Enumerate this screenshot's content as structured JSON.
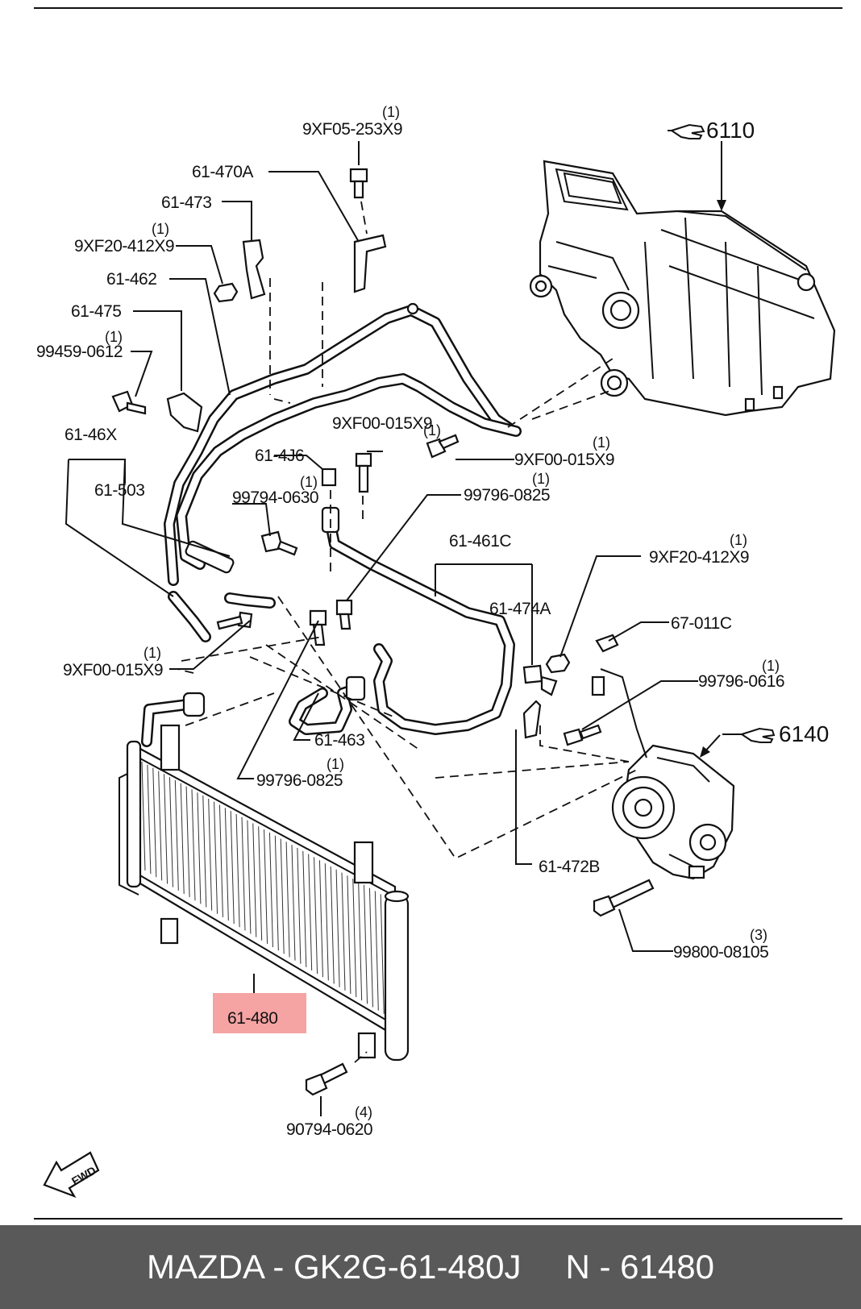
{
  "labels": {
    "l_9xf05": "9XF05-253X9",
    "q_9xf05": "(1)",
    "l_61470a": "61-470A",
    "l_61473": "61-473",
    "l_9xf20a": "9XF20-412X9",
    "q_9xf20a": "(1)",
    "l_61462": "61-462",
    "l_61475": "61-475",
    "l_99459": "99459-0612",
    "q_99459": "(1)",
    "l_6146x": "61-46X",
    "l_61503": "61-503",
    "l_614j6": "61-4J6",
    "l_99794": "99794-0630",
    "q_99794": "(1)",
    "l_9xf00b": "9XF00-015X9",
    "q_9xf00b": "(1)",
    "l_9xf00a": "9XF00-015X9",
    "q_9xf00a": "(1)",
    "l_99796_0825a": "99796-0825",
    "q_99796_0825a": "(1)",
    "l_61461c": "61-461C",
    "l_9xf20b": "9XF20-412X9",
    "q_9xf20b": "(1)",
    "l_61474a": "61-474A",
    "l_67011c": "67-011C",
    "l_99796_0616": "99796-0616",
    "q_99796_0616": "(1)",
    "l_9xf00c": "9XF00-015X9",
    "q_9xf00c": "(1)",
    "l_61463": "61-463",
    "l_99796_0825b": "99796-0825",
    "q_99796_0825b": "(1)",
    "l_61472b": "61-472B",
    "l_99800": "99800-08105",
    "q_99800": "(3)",
    "l_61480": "61-480",
    "l_90794": "90794-0620",
    "q_90794": "(4)",
    "ref_6110": "6110",
    "ref_6140": "6140",
    "fwd": "FWD"
  },
  "colors": {
    "highlight": "#f5a3a3",
    "bar": "#595959",
    "bar_text": "#ffffff"
  },
  "footer": {
    "part_number": "MAZDA - GK2G-61-480J",
    "reference": "N - 61480"
  }
}
